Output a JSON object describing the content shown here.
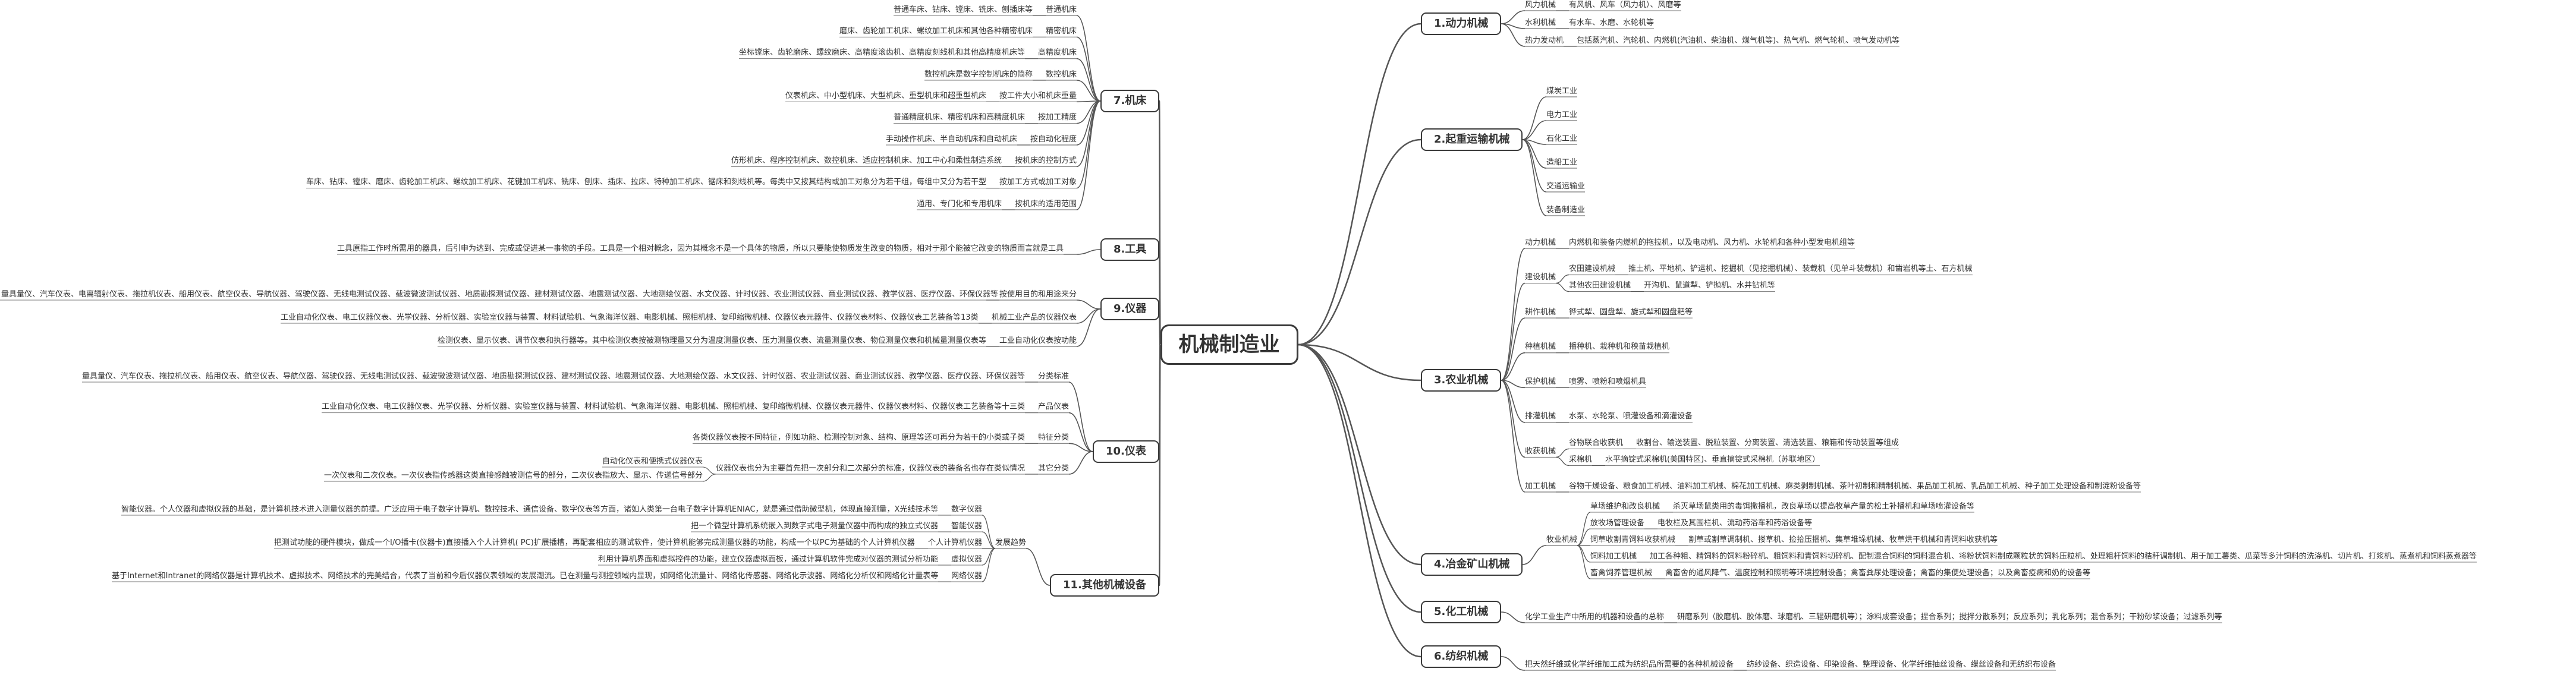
{
  "root": "机械制造业",
  "branches": [
    {
      "label": "1.动力机械",
      "side": "right",
      "children": [
        {
          "label": "风力机械",
          "children": [
            "有风帆、风车（风力机）、风磨等"
          ]
        },
        {
          "label": "水利机械",
          "children": [
            "有水车、水磨、水轮机等"
          ]
        },
        {
          "label": "热力发动机",
          "children": [
            "包括蒸汽机、汽轮机、内燃机(汽油机、柴油机、煤气机等)、热气机、燃气轮机、喷气发动机等"
          ]
        }
      ]
    },
    {
      "label": "2.起重运输机械",
      "side": "right",
      "children": [
        {
          "label": "煤炭工业",
          "children": []
        },
        {
          "label": "电力工业",
          "children": []
        },
        {
          "label": "石化工业",
          "children": []
        },
        {
          "label": "造船工业",
          "children": []
        },
        {
          "label": "交通运输业",
          "children": []
        },
        {
          "label": "装备制造业",
          "children": []
        }
      ]
    },
    {
      "label": "3.农业机械",
      "side": "right",
      "children": [
        {
          "label": "动力机械",
          "children": [
            "内燃机和装备内燃机的拖拉机，以及电动机、风力机、水轮机和各种小型发电机组等"
          ]
        },
        {
          "label": "建设机械",
          "children": [
            {
              "label": "农田建设机械",
              "children": [
                "推土机、平地机、铲运机、挖掘机（见挖掘机械）、装载机（见单斗装载机）和凿岩机等土、石方机械"
              ]
            },
            {
              "label": "其他农田建设机械",
              "children": [
                "开沟机、鼠道犁、铲抛机、水井钻机等"
              ]
            }
          ]
        },
        {
          "label": "耕作机械",
          "children": [
            "铧式犁、圆盘犁、旋式犁和圆盘耙等"
          ]
        },
        {
          "label": "种植机械",
          "children": [
            "播种机、栽种机和秧苗栽植机"
          ]
        },
        {
          "label": "保护机械",
          "children": [
            "喷雾、喷粉和喷烟机具"
          ]
        },
        {
          "label": "排灌机械",
          "children": [
            "水泵、水轮泵、喷灌设备和滴灌设备"
          ]
        },
        {
          "label": "收获机械",
          "children": [
            {
              "label": "谷物联合收获机",
              "children": [
                "收割台、输送装置、脱粒装置、分离装置、清选装置、粮箱和传动装置等组成"
              ]
            },
            {
              "label": "采棉机",
              "children": [
                "水平摘锭式采棉机(美国特区)、垂直摘锭式采棉机（苏联地区）"
              ]
            }
          ]
        },
        {
          "label": "加工机械",
          "children": [
            "谷物干燥设备、粮食加工机械、油料加工机械、棉花加工机械、麻类剥制机械、茶叶初制和精制机械、果品加工机械、乳品加工机械、种子加工处理设备和制淀粉设备等"
          ]
        }
      ]
    },
    {
      "label": "4.冶金矿山机械",
      "side": "right",
      "children": [
        {
          "label": "牧业机械",
          "children": [
            {
              "label": "草场维护和改良机械",
              "children": [
                "杀灭草场鼠类用的毒饵撒播机，改良草场以提高牧草产量的松土补播机和草场喷灌设备等"
              ]
            },
            {
              "label": "放牧场管理设备",
              "children": [
                "电牧栏及其围栏机、流动药浴车和药浴设备等"
              ]
            },
            {
              "label": "饲草收割青饲料收获机械",
              "children": [
                "割草或割草调制机、搂草机、捡拾压捆机、集草堆垛机械、牧草烘干机械和青饲料收获机等"
              ]
            },
            {
              "label": "饲料加工机械",
              "children": [
                "加工各种粗、精饲料的饲料粉碎机、粗饲料和青饲料切碎机、配制混合饲料的饲料混合机、将粉状饲料制成颗粒状的饲料压粒机、处理粗杆饲料的秸秆调制机、用于加工薯类、瓜菜等多汁饲料的洗涤机、切片机、打浆机、蒸煮机和饲料蒸煮器等"
              ]
            },
            {
              "label": "畜禽饲养管理机械",
              "children": [
                "禽畜舍的通风降气、温度控制和照明等环境控制设备；禽畜粪尿处理设备；禽畜的集便处理设备；以及禽畜疫病和奶的设备等"
              ]
            }
          ]
        }
      ]
    },
    {
      "label": "5.化工机械",
      "side": "right",
      "children": [
        {
          "label": "化学工业生产中所用的机器和设备的总称",
          "children": [
            "研磨系列（胶磨机、胶体磨、球磨机、三辊研磨机等）；涂料成套设备；捏合系列；搅拌分散系列；反应系列；乳化系列；混合系列；干粉砂浆设备；过滤系列等"
          ]
        }
      ]
    },
    {
      "label": "6.纺织机械",
      "side": "right",
      "children": [
        {
          "label": "把天然纤维或化学纤维加工成为纺织品所需要的各种机械设备",
          "children": [
            "纺纱设备、织造设备、印染设备、整理设备、化学纤维抽丝设备、缫丝设备和无纺织布设备"
          ]
        }
      ]
    },
    {
      "label": "7.机床",
      "side": "left",
      "children": [
        {
          "label": "普通机床",
          "children": [
            "普通车床、钻床、镗床、铣床、刨插床等"
          ]
        },
        {
          "label": "精密机床",
          "children": [
            "磨床、齿轮加工机床、螺纹加工机床和其他各种精密机床"
          ]
        },
        {
          "label": "高精度机床",
          "children": [
            "坐标镗床、齿轮磨床、螺纹磨床、高精度滚齿机、高精度刻线机和其他高精度机床等"
          ]
        },
        {
          "label": "数控机床",
          "children": [
            "数控机床是数字控制机床的简称"
          ]
        },
        {
          "label": "按工件大小和机床重量",
          "children": [
            "仪表机床、中小型机床、大型机床、重型机床和超重型机床"
          ]
        },
        {
          "label": "按加工精度",
          "children": [
            "普通精度机床、精密机床和高精度机床"
          ]
        },
        {
          "label": "按自动化程度",
          "children": [
            "手动操作机床、半自动机床和自动机床"
          ]
        },
        {
          "label": "按机床的控制方式",
          "children": [
            "仿形机床、程序控制机床、数控机床、适应控制机床、加工中心和柔性制造系统"
          ]
        },
        {
          "label": "按加工方式或加工对象",
          "children": [
            "车床、钻床、镗床、磨床、齿轮加工机床、螺纹加工机床、花键加工机床、铣床、刨床、插床、拉床、特种加工机床、锯床和刻线机等。每类中又按其结构或加工对象分为若干组，每组中又分为若干型"
          ]
        },
        {
          "label": "按机床的适用范围",
          "children": [
            "通用、专门化和专用机床"
          ]
        }
      ]
    },
    {
      "label": "8.工具",
      "side": "left",
      "children": [
        {
          "label": "",
          "children": [
            "工具原指工作时所需用的器具，后引申为达到、完成或促进某一事物的手段。工具是一个相对概念，因为其概念不是一个具体的物质，所以只要能使物质发生改变的物质，相对于那个能被它改变的物质而言就是工具"
          ]
        }
      ]
    },
    {
      "label": "9.仪器",
      "side": "left",
      "children": [
        {
          "label": "按使用目的和用途来分",
          "children": [
            "量具量仪、汽车仪表、电离辐射仪表、拖拉机仪表、船用仪表、航空仪表、导航仪器、驾驶仪器、无线电测试仪器、载波微波测试仪器、地质勘探测试仪器、建材测试仪器、地震测试仪器、大地测绘仪器、水文仪器、计时仪器、农业测试仪器、商业测试仪器、教学仪器、医疗仪器、环保仪器等"
          ]
        },
        {
          "label": "机械工业产品的仪器仪表",
          "children": [
            "工业自动化仪表、电工仪器仪表、光学仪器、分析仪器、实验室仪器与装置、材料试验机、气象海洋仪器、电影机械、照相机械、复印缩微机械、仪器仪表元器件、仪器仪表材料、仪器仪表工艺装备等13类"
          ]
        },
        {
          "label": "工业自动化仪表按功能",
          "children": [
            "检测仪表、显示仪表、调节仪表和执行器等。其中检测仪表按被测物理量又分为温度测量仪表、压力测量仪表、流量测量仪表、物位测量仪表和机械量测量仪表等"
          ]
        }
      ]
    },
    {
      "label": "10.仪表",
      "side": "left",
      "children": [
        {
          "label": "分类标准",
          "children": [
            "量具量仪、汽车仪表、拖拉机仪表、船用仪表、航空仪表、导航仪器、驾驶仪器、无线电测试仪器、载波微波测试仪器、地质勘探测试仪器、建材测试仪器、地震测试仪器、大地测绘仪器、水文仪器、计时仪器、农业测试仪器、商业测试仪器、教学仪器、医疗仪器、环保仪器等"
          ]
        },
        {
          "label": "产品仪表",
          "children": [
            "工业自动化仪表、电工仪器仪表、光学仪器、分析仪器、实验室仪器与装置、材料试验机、气象海洋仪器、电影机械、照相机械、复印缩微机械、仪器仪表元器件、仪器仪表材料、仪器仪表工艺装备等十三类"
          ]
        },
        {
          "label": "特征分类",
          "children": [
            "各类仪器仪表按不同特征，例如功能、检测控制对象、结构、原理等还可再分为若干的小类或子类"
          ]
        },
        {
          "label": "其它分类",
          "children": [
            {
              "label": "仪器仪表也分为主要首先把一次部分和二次部分的标准，仪器仪表的装备名也存在类似情况",
              "children": [
                "自动化仪表和便携式仪器仪表",
                "一次仪表和二次仪表。一次仪表指传感器这类直接感触被测信号的部分，二次仪表指放大、显示、传递信号部分"
              ]
            }
          ]
        }
      ]
    },
    {
      "label": "11.其他机械设备",
      "side": "left",
      "children": [
        {
          "label": "发展趋势",
          "children": [
            {
              "label": "数字仪器",
              "children": [
                "智能仪器。个人仪器和虚拟仪器的基础，是计算机技术进入测量仪器的前提。广泛应用于电子数字计算机、数控技术、通信设备、数字仪表等方面，诸如人类第一台电子数字计算机ENIAC，就是通过借助微型机，体现直接测量，X光线技术等"
              ]
            },
            {
              "label": "智能仪器",
              "children": [
                "把一个微型计算机系统嵌入到数字式电子测量仪器中而构成的独立式仪器"
              ]
            },
            {
              "label": "个人计算机仪器",
              "children": [
                "把测试功能的硬件模块，做成一个I/O插卡(仪器卡)直接插入个人计算机( PC)扩展插槽，再配套相应的测试软件，使计算机能够完成测量仪器的功能，构成一个以PC为基础的个人计算机仪器"
              ]
            },
            {
              "label": "虚拟仪器",
              "children": [
                "利用计算机界面和虚拟控件的功能，建立仪器虚拟面板，通过计算机软件完成对仪器的测试分析功能"
              ]
            },
            {
              "label": "网络仪器",
              "children": [
                "基于Internet和Intranet的网络仪器是计算机技术、虚拟技术、网络技术的完美结合，代表了当前和今后仪器仪表领域的发展潮流。已在测量与测控领域内显现，如网络化流量计、网络化传感器、网络化示波器、网络化分析仪和网络化计量表等"
              ]
            }
          ]
        }
      ]
    }
  ]
}
